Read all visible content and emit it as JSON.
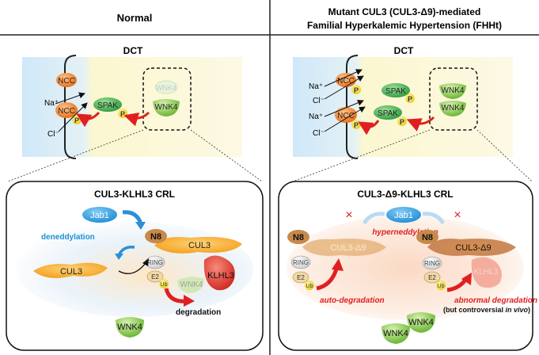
{
  "headers": {
    "left": "Normal",
    "right_line1": "Mutant CUL3 (CUL3-Δ9)-mediated",
    "right_line2": "Familial Hyperkalemic Hypertension (FHHt)"
  },
  "left_dct": {
    "title": "DCT",
    "ncc_top": "NCC",
    "ncc_bottom": "NCC",
    "p_label": "P",
    "na_label": "Na⁺",
    "cl_label": "Cl⁻",
    "spak": "SPAK",
    "spak_p": "P",
    "wnk4_faded": "WNK4",
    "wnk4": "WNK4"
  },
  "right_dct": {
    "title": "DCT",
    "ncc_top": "NCC",
    "ncc_bottom": "NCC",
    "p_top": "P",
    "p_bottom": "P",
    "na_top": "Na⁺",
    "cl_top": "Cl⁻",
    "na_bottom": "Na⁺",
    "cl_bottom": "Cl⁻",
    "spak_top": "SPAK",
    "spak_top_p": "P",
    "spak_bottom": "SPAK",
    "spak_bottom_p": "P",
    "wnk4_a": "WNK4",
    "wnk4_b": "WNK4"
  },
  "left_crl": {
    "title": "CUL3-KLHL3 CRL",
    "jab1": "Jab1",
    "deneddylation": "deneddylation",
    "n8": "N8",
    "cul3_bound": "CUL3",
    "cul3_free": "CUL3",
    "ring": "RING",
    "e2": "E2",
    "ub": "Ub",
    "klhl3": "KLHL3",
    "wnk4_degrading": "WNK4",
    "degradation": "degradation",
    "wnk4_free": "WNK4"
  },
  "right_crl": {
    "title": "CUL3-Δ9-KLHL3 CRL",
    "jab1": "Jab1",
    "x_mark": "×",
    "hyperneddylation": "hyperneddylation",
    "n8_left": "N8",
    "cul3d9_left": "CUL3-Δ9",
    "ring_left": "RING",
    "e2_left": "E2",
    "ub_left": "Ub",
    "auto_degradation": "auto-degradation",
    "n8_right": "N8",
    "cul3d9_right": "CUL3-Δ9",
    "ring_right": "RING",
    "e2_right": "E2",
    "ub_right": "Ub",
    "klhl3": "KLHL3",
    "abnormal_degradation": "abnormal degradation",
    "controversial_prefix": "(but controversial ",
    "controversial_italic": "in vivo",
    "controversial_suffix": ")",
    "wnk4_a": "WNK4",
    "wnk4_b": "WNK4"
  },
  "colors": {
    "ncc": "#f07a1e",
    "spak": "#3aa04a",
    "wnk4": "#7cc242",
    "p_circle": "#f5e21b",
    "cul3": "#f4a21a",
    "jab1": "#2a9de0",
    "n8": "#b8803a",
    "klhl3": "#d9342b",
    "arrow_red": "#e02020",
    "arrow_blue": "#2b8fd8",
    "text_red": "#e02020",
    "text_blue": "#1d8fd6"
  }
}
